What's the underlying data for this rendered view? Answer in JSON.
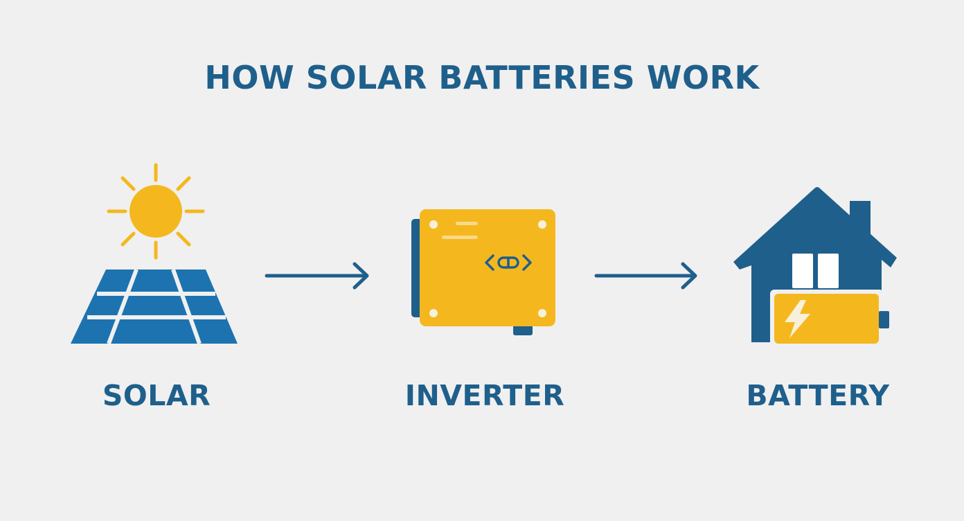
{
  "title": "HOW SOLAR BATTERIES WORK",
  "steps": [
    {
      "label": "SOLAR",
      "icon": "sun-over-solar-panel-icon"
    },
    {
      "label": "INVERTER",
      "icon": "inverter-box-icon"
    },
    {
      "label": "BATTERY",
      "icon": "house-with-battery-icon"
    }
  ],
  "colors": {
    "background": "#f0f0f0",
    "blue": "#1f5f8b",
    "panel_blue": "#1d73b0",
    "yellow": "#f4b81e"
  }
}
